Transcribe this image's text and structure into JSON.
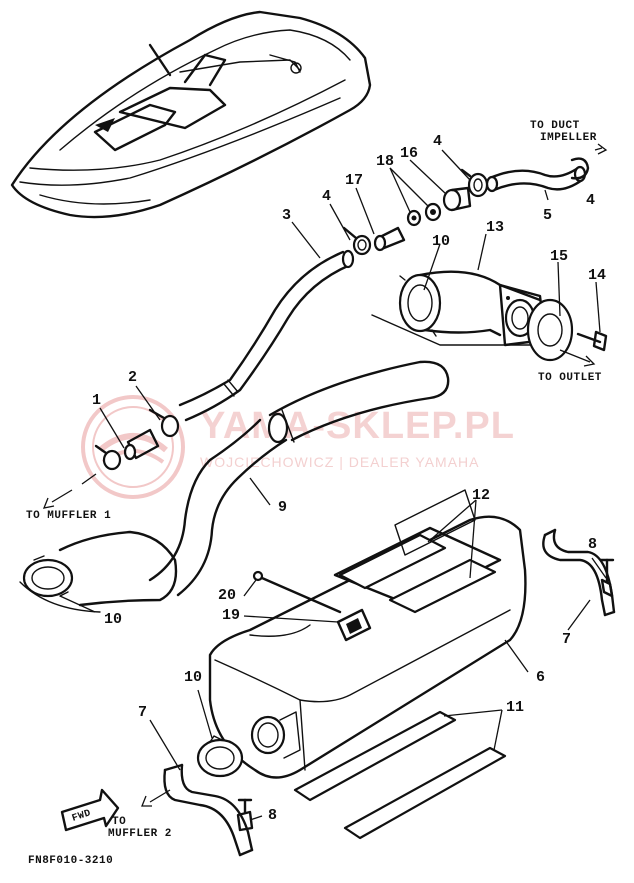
{
  "part_numbers": {
    "p1": "1",
    "p2": "2",
    "p3": "3",
    "p4a": "4",
    "p4b": "4",
    "p4c": "4",
    "p5": "5",
    "p6": "6",
    "p7a": "7",
    "p7b": "7",
    "p8a": "8",
    "p8b": "8",
    "p9": "9",
    "p10a": "10",
    "p10b": "10",
    "p10c": "10",
    "p11": "11",
    "p12": "12",
    "p13": "13",
    "p14": "14",
    "p15": "15",
    "p16": "16",
    "p17": "17",
    "p18": "18",
    "p19": "19",
    "p20": "20"
  },
  "notes": {
    "to_duct_impeller_1": "TO DUCT",
    "to_duct_impeller_2": "IMPELLER",
    "to_outlet": "TO OUTLET",
    "to_muffler_1": "TO MUFFLER 1",
    "to_muffler_2_1": "TO",
    "to_muffler_2_2": "MUFFLER 2",
    "fwd": "FWD"
  },
  "diagram_code": "FN8F010-3210",
  "watermark": {
    "main": "YAMA-SKLEP.PL",
    "sub": "WOJCIECHOWICZ | DEALER YAMAHA"
  },
  "colors": {
    "ink": "#111111",
    "watermark": "#f2c8c8"
  }
}
